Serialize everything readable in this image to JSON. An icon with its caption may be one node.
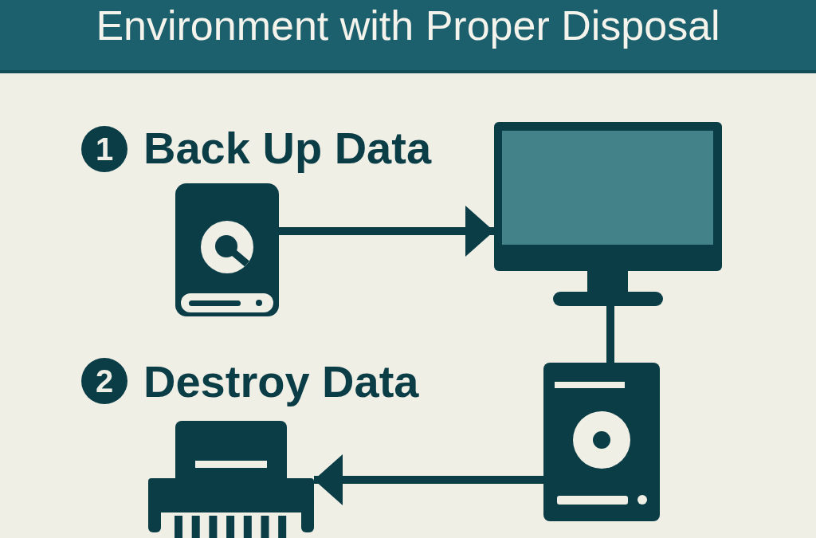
{
  "diagram": {
    "title": "Environment with Proper Disposal",
    "nodes": [
      {
        "text": [],
        "shape": "picture"
      },
      {
        "text": [],
        "shape": "picture"
      },
      {
        "text": [],
        "shape": "picture"
      },
      {
        "text": [],
        "shape": "picture"
      }
    ],
    "edges": [
      {
        "from": 0,
        "to": 1,
        "arrow": "to"
      },
      {
        "from": 1,
        "to": 2,
        "arrow": "none"
      },
      {
        "from": 2,
        "to": 3,
        "arrow": "to"
      }
    ],
    "labels": [
      "1",
      "Back Up Data",
      "2",
      "Destroy Data"
    ]
  }
}
